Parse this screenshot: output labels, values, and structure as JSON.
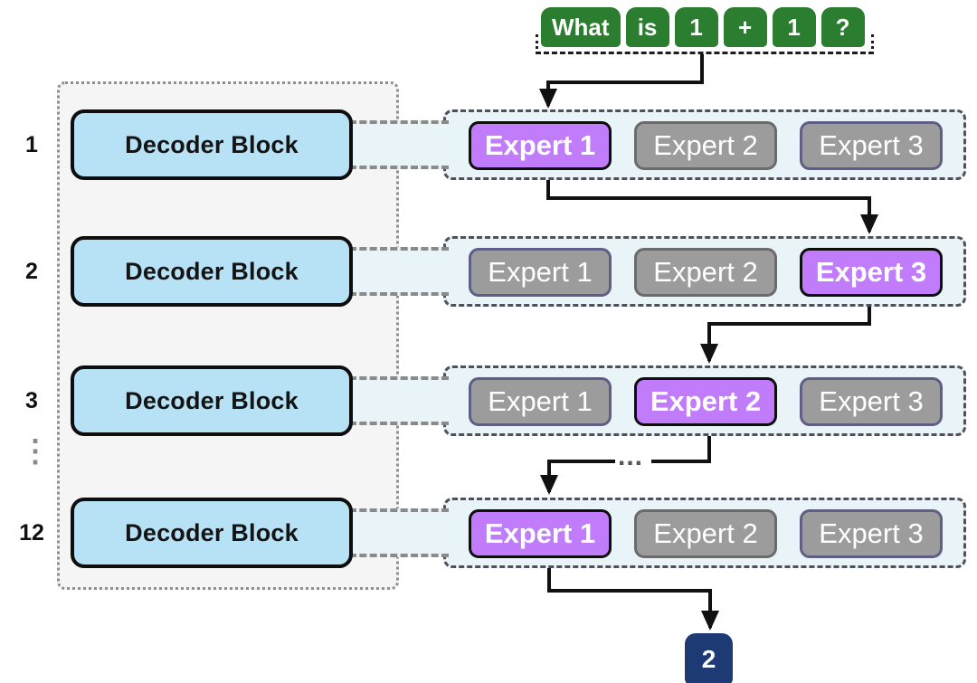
{
  "input": {
    "tokens": [
      "What",
      "is",
      "1",
      "+",
      "1",
      "?"
    ],
    "token_color": "#2b7d2f"
  },
  "decoder": {
    "block_label": "Decoder Block",
    "block_color": "#b7e1f4"
  },
  "moe_rows": [
    {
      "layer_label": "1",
      "experts": [
        {
          "label": "Expert 1",
          "selected": true
        },
        {
          "label": "Expert 2",
          "selected": false
        },
        {
          "label": "Expert 3",
          "selected": false
        }
      ]
    },
    {
      "layer_label": "2",
      "experts": [
        {
          "label": "Expert 1",
          "selected": false
        },
        {
          "label": "Expert 2",
          "selected": false
        },
        {
          "label": "Expert 3",
          "selected": true
        }
      ]
    },
    {
      "layer_label": "3",
      "experts": [
        {
          "label": "Expert 1",
          "selected": false
        },
        {
          "label": "Expert 2",
          "selected": true
        },
        {
          "label": "Expert 3",
          "selected": false
        }
      ]
    },
    {
      "layer_label": "12",
      "experts": [
        {
          "label": "Expert 1",
          "selected": true
        },
        {
          "label": "Expert 2",
          "selected": false
        },
        {
          "label": "Expert 3",
          "selected": false
        }
      ]
    }
  ],
  "colors": {
    "selected_expert": "#c07cfb",
    "unselected_expert": "#9c9c9c",
    "output": "#1e3a75"
  },
  "misc": {
    "vertical_ellipsis": "⋮",
    "arrow_ellipsis": "..."
  },
  "output": {
    "label": "2"
  }
}
